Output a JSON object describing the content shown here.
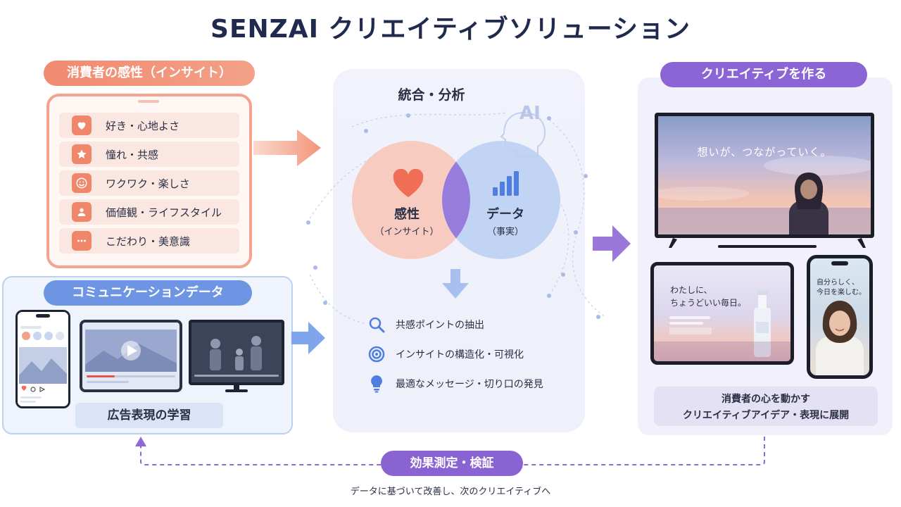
{
  "title": "SENZAI クリエイティブソリューション",
  "insight": {
    "label": "消費者の感性（インサイト）",
    "items": [
      {
        "icon": "heart-icon",
        "label": "好き・心地よさ"
      },
      {
        "icon": "star-icon",
        "label": "憧れ・共感"
      },
      {
        "icon": "smile-icon",
        "label": "ワクワク・楽しさ"
      },
      {
        "icon": "person-icon",
        "label": "価値観・ライフスタイル"
      },
      {
        "icon": "more-icon",
        "label": "こだわり・美意識"
      }
    ]
  },
  "communication": {
    "label": "コミュニケーションデータ",
    "learning_label": "広告表現の学習"
  },
  "analysis": {
    "title": "統合・分析",
    "ai_label": "AI",
    "venn": {
      "left_title": "感性",
      "left_sub": "（インサイト）",
      "right_title": "データ",
      "right_sub": "（事実）"
    },
    "items": [
      {
        "icon": "search-icon",
        "label": "共感ポイントの抽出"
      },
      {
        "icon": "target-icon",
        "label": "インサイトの構造化・可視化"
      },
      {
        "icon": "lightbulb-icon",
        "label": "最適なメッセージ・切り口の発見"
      }
    ]
  },
  "create": {
    "label": "クリエイティブを作る",
    "tv_text": "想いが、つながっていく。",
    "tablet_line1": "わたしに、",
    "tablet_line2": "ちょうどいい毎日。",
    "phone_line1": "自分らしく、",
    "phone_line2": "今日を楽しむ。",
    "expand_line1": "消費者の心を動かす",
    "expand_line2": "クリエイティブアイデア・表現に展開"
  },
  "feedback": {
    "label": "効果測定・検証",
    "note": "データに基づいて改善し、次のクリエイティブへ"
  },
  "colors": {
    "insight": "#f08a6f",
    "communication": "#6d95e3",
    "create": "#8b65d6",
    "title": "#1f2a4e"
  }
}
